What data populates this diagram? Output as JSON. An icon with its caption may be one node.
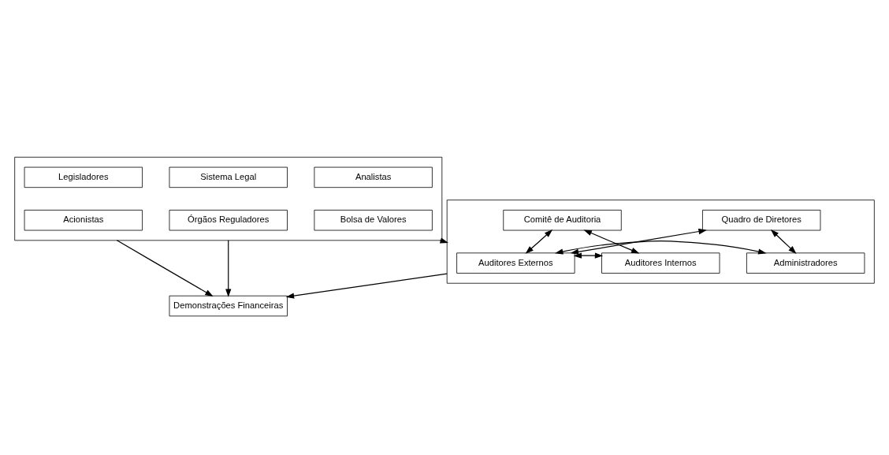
{
  "diagram": {
    "nodes": [
      {
        "text": [],
        "shape": "box"
      },
      {
        "text": [
          "Sistema Legal"
        ],
        "in": 0
      },
      {
        "text": [
          "Analistas"
        ],
        "in": 0
      },
      {
        "text": [
          "Legisladores"
        ],
        "in": 0
      },
      {
        "text": [
          "Órgãos Reguladores"
        ],
        "in": 0
      },
      {
        "text": [
          "Bolsa de Valores"
        ],
        "in": 0
      },
      {
        "text": [
          "Acionistas"
        ],
        "in": 0
      },
      {
        "text": [],
        "shape": "box"
      },
      {
        "text": [
          "Comitê de Auditoria"
        ],
        "in": 7
      },
      {
        "text": [
          "Quadro de Diretores"
        ],
        "in": 7
      },
      {
        "text": [
          "Auditores Internos"
        ],
        "in": 7
      },
      {
        "text": [
          "Auditores Externos"
        ],
        "in": 7
      },
      {
        "text": [
          "Administradores"
        ],
        "in": 7
      },
      {
        "text": [
          "Demonstrações Financeiras"
        ]
      }
    ],
    "edges": [
      {
        "from": 0,
        "to": 7,
        "arrow": "to"
      },
      {
        "from": 8,
        "to": 10,
        "arrow": "both"
      },
      {
        "from": 8,
        "to": 11,
        "arrow": "both"
      },
      {
        "from": 9,
        "to": 11,
        "arrow": "both"
      },
      {
        "from": 9,
        "to": 12,
        "arrow": "both"
      },
      {
        "from": 10,
        "to": 11,
        "arrow": "both"
      },
      {
        "from": 11,
        "to": 12,
        "arrow": "both"
      },
      {
        "from": 7,
        "to": 13,
        "arrow": "to"
      },
      {
        "from": 0,
        "to": 13,
        "arrow": "to"
      },
      {
        "from": 0,
        "to": 13,
        "arrow": "to"
      }
    ]
  }
}
